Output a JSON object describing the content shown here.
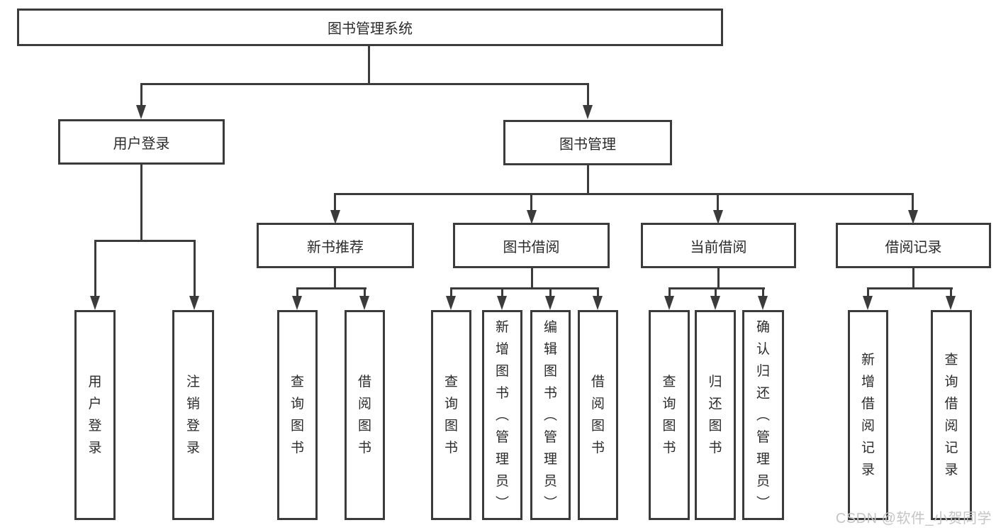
{
  "diagram": {
    "background": "#ffffff",
    "line_color": "#3b3b3b",
    "text_color": "#2b2b2b",
    "watermark_color": "#c5c5c5",
    "root": {
      "label": "图书管理系统"
    },
    "branches": {
      "user_login": {
        "label": "用户登录",
        "children": {
          "login": {
            "label": "用户登录"
          },
          "logout": {
            "label": "注销登录"
          }
        }
      },
      "book_mgmt": {
        "label": "图书管理"
      }
    },
    "modules": {
      "new_book_rec": {
        "label": "新书推荐",
        "children": {
          "query_book": {
            "label": "查询图书"
          },
          "borrow_book": {
            "label": "借阅图书"
          }
        }
      },
      "book_borrow": {
        "label": "图书借阅",
        "children": {
          "query_book": {
            "label": "查询图书"
          },
          "add_book": {
            "label": "新增图书（管理员）"
          },
          "edit_book": {
            "label": "编辑图书（管理员）"
          },
          "borrow_book": {
            "label": "借阅图书"
          }
        }
      },
      "current_borrow": {
        "label": "当前借阅",
        "children": {
          "query_book": {
            "label": "查询图书"
          },
          "return_book": {
            "label": "归还图书"
          },
          "confirm_return": {
            "label": "确认归还（管理员）"
          }
        }
      },
      "borrow_record": {
        "label": "借阅记录",
        "children": {
          "add_record": {
            "label": "新增借阅记录"
          },
          "query_record": {
            "label": "查询借阅记录"
          }
        }
      }
    },
    "watermark": "CSDN @软件_小贺同学"
  }
}
